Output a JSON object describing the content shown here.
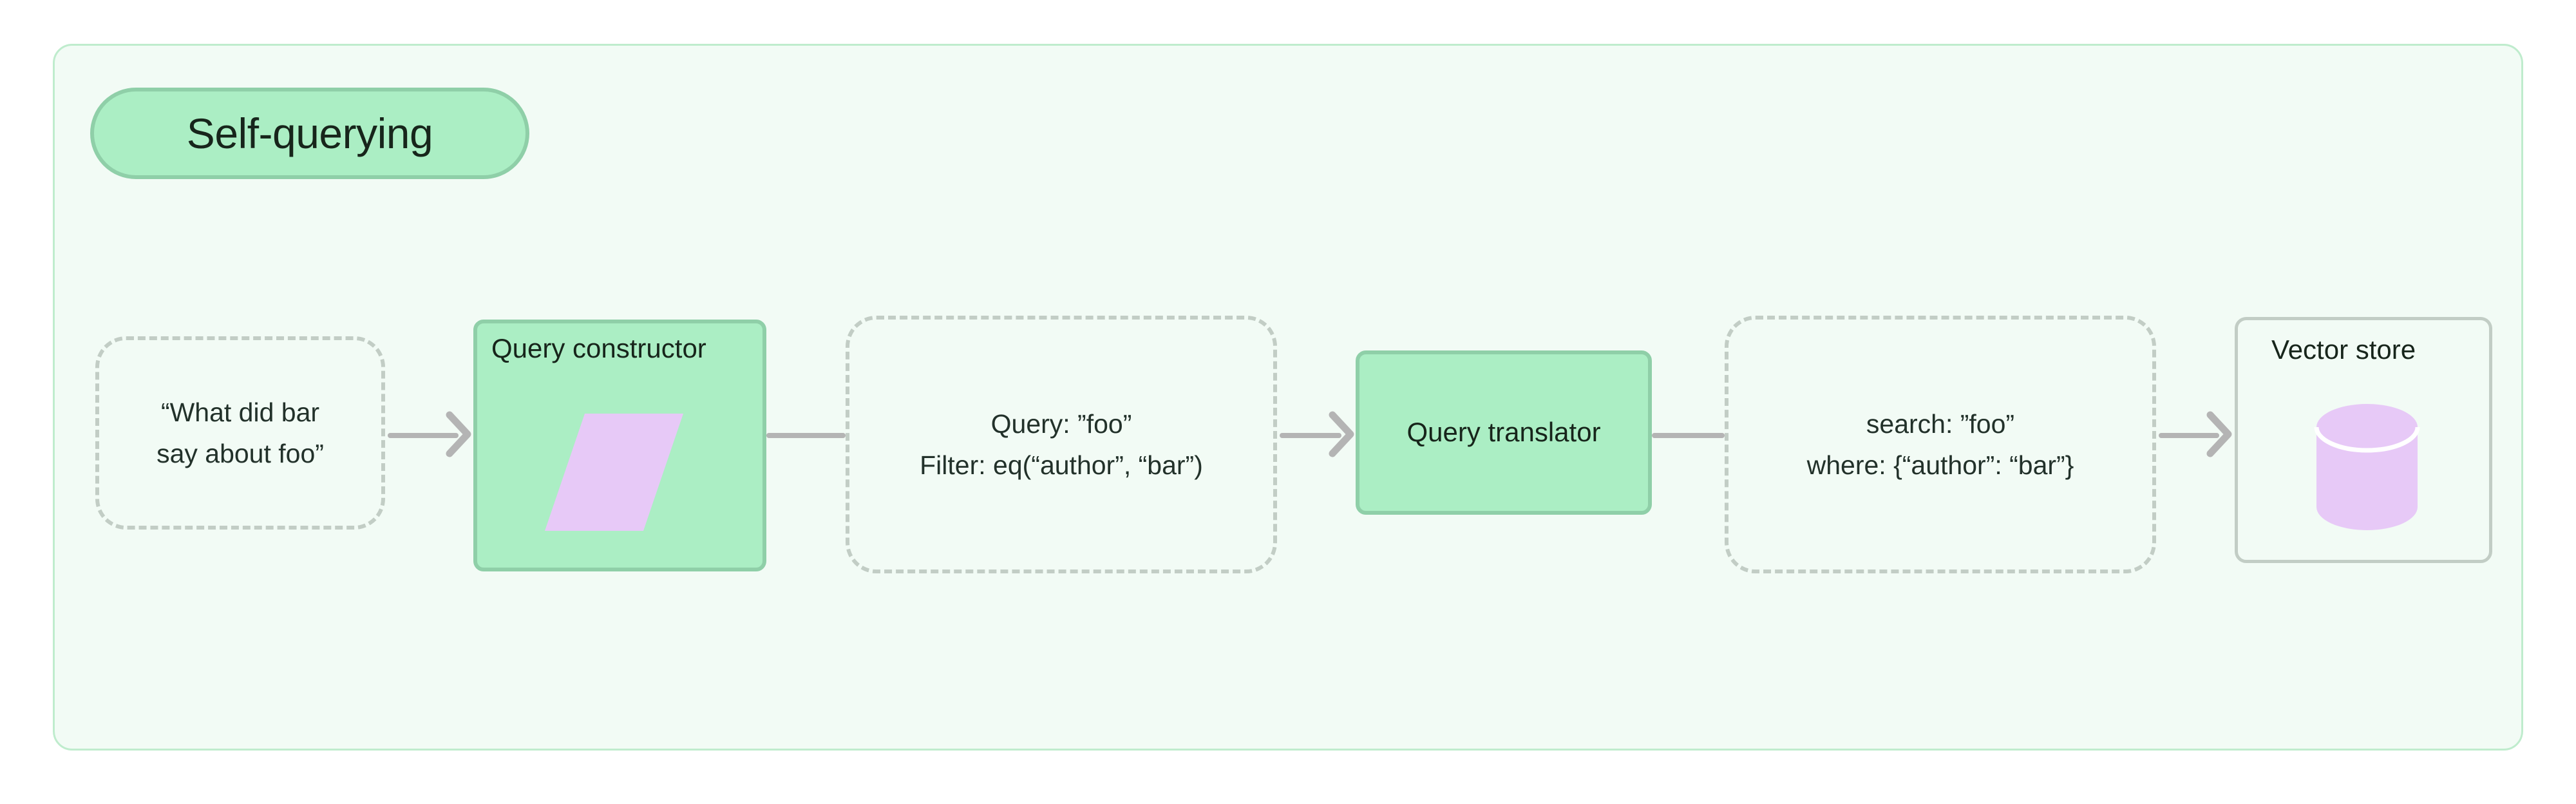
{
  "diagram": {
    "title": "Self-querying",
    "accent_green_fill": "#abeec4",
    "accent_green_border": "#8fcfa8",
    "container_fill": "#f2fbf5",
    "container_border": "#bfeccd",
    "dashed_border": "#c2cdc5",
    "purple_glyph": "#e7c9f7",
    "edge_color": "#b4b4b4",
    "text_color": "#17251b"
  },
  "nodes": {
    "user_question": {
      "kind": "dashed",
      "line1": "“What did bar",
      "line2": "say about foo”"
    },
    "query_constructor": {
      "kind": "process",
      "title": "Query constructor",
      "glyph": "parallelogram-icon"
    },
    "structured_query": {
      "kind": "dashed",
      "line1": "Query: ”foo”",
      "line2": "Filter: eq(“author”, “bar”)"
    },
    "query_translator": {
      "kind": "process",
      "title": "Query translator"
    },
    "native_query": {
      "kind": "dashed",
      "line1": "search: ”foo”",
      "line2": "where: {“author”: “bar”}"
    },
    "vector_store": {
      "kind": "store",
      "title": "Vector store",
      "glyph": "database-cylinder-icon"
    }
  },
  "edges": [
    {
      "from": "user_question",
      "to": "query_constructor",
      "arrowhead": true
    },
    {
      "from": "query_constructor",
      "to": "structured_query",
      "arrowhead": false
    },
    {
      "from": "structured_query",
      "to": "query_translator",
      "arrowhead": true
    },
    {
      "from": "query_translator",
      "to": "native_query",
      "arrowhead": false
    },
    {
      "from": "native_query",
      "to": "vector_store",
      "arrowhead": true
    }
  ]
}
